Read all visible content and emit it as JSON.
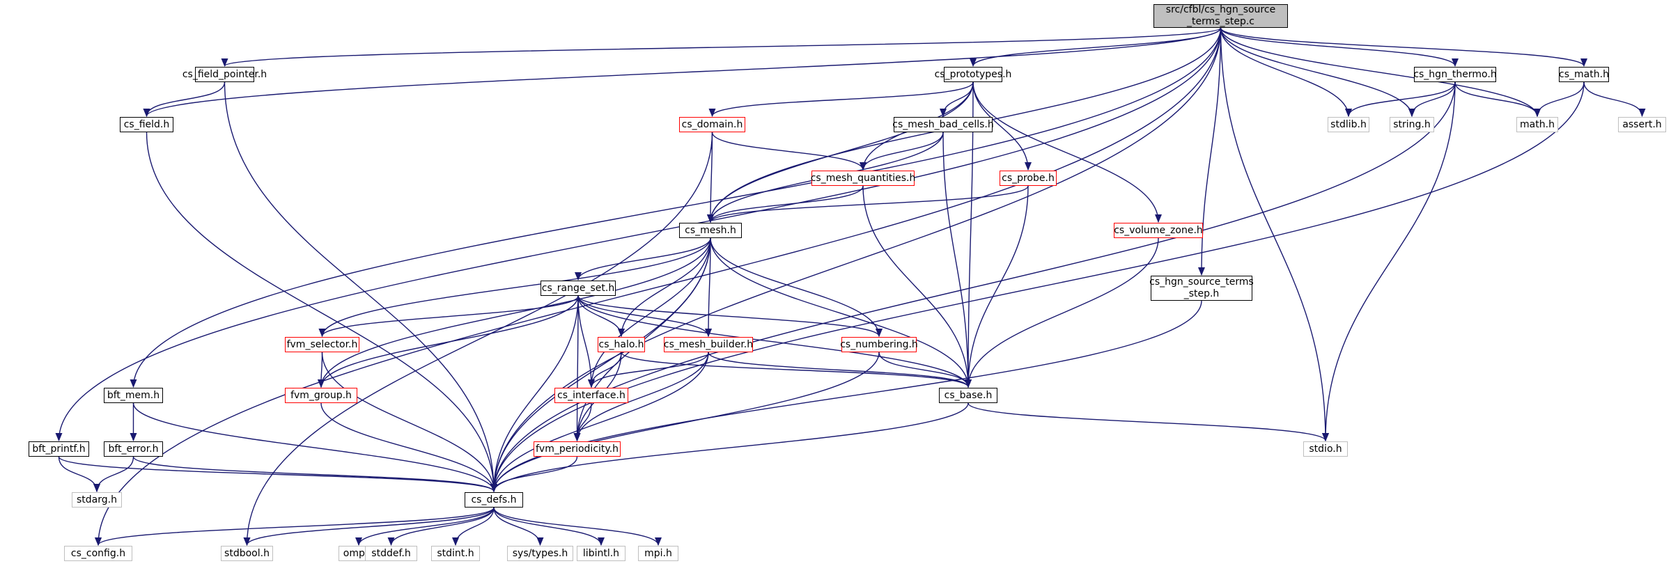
{
  "graph": {
    "title": "src/cfbl/cs_hgn_source\n_terms_step.c",
    "edge_color": "#191970",
    "colors": {
      "documented": "#000000",
      "incomplete": "#ff0000",
      "external": "#bfbfbf",
      "root_fill": "#bfbfbf"
    },
    "nodes": [
      {
        "id": "root",
        "label": "src/cfbl/cs_hgn_source\n_terms_step.c",
        "kind": "root"
      },
      {
        "id": "cs_field_pointer",
        "label": "cs_field_pointer.h",
        "kind": "doc"
      },
      {
        "id": "cs_prototypes",
        "label": "cs_prototypes.h",
        "kind": "doc"
      },
      {
        "id": "cs_hgn_thermo",
        "label": "cs_hgn_thermo.h",
        "kind": "doc"
      },
      {
        "id": "cs_math",
        "label": "cs_math.h",
        "kind": "doc"
      },
      {
        "id": "cs_field",
        "label": "cs_field.h",
        "kind": "doc"
      },
      {
        "id": "cs_domain",
        "label": "cs_domain.h",
        "kind": "red"
      },
      {
        "id": "cs_mesh_bad_cells",
        "label": "cs_mesh_bad_cells.h",
        "kind": "doc"
      },
      {
        "id": "stdlib",
        "label": "stdlib.h",
        "kind": "ext"
      },
      {
        "id": "string",
        "label": "string.h",
        "kind": "ext"
      },
      {
        "id": "math",
        "label": "math.h",
        "kind": "ext"
      },
      {
        "id": "assert",
        "label": "assert.h",
        "kind": "ext"
      },
      {
        "id": "cs_mesh_quantities",
        "label": "cs_mesh_quantities.h",
        "kind": "red"
      },
      {
        "id": "cs_probe",
        "label": "cs_probe.h",
        "kind": "red"
      },
      {
        "id": "cs_mesh",
        "label": "cs_mesh.h",
        "kind": "doc"
      },
      {
        "id": "cs_volume_zone",
        "label": "cs_volume_zone.h",
        "kind": "red"
      },
      {
        "id": "cs_hgn_source_terms_step",
        "label": "cs_hgn_source_terms\n_step.h",
        "kind": "doc"
      },
      {
        "id": "cs_range_set",
        "label": "cs_range_set.h",
        "kind": "doc"
      },
      {
        "id": "fvm_selector",
        "label": "fvm_selector.h",
        "kind": "red"
      },
      {
        "id": "cs_halo",
        "label": "cs_halo.h",
        "kind": "red"
      },
      {
        "id": "cs_mesh_builder",
        "label": "cs_mesh_builder.h",
        "kind": "red"
      },
      {
        "id": "cs_numbering",
        "label": "cs_numbering.h",
        "kind": "red"
      },
      {
        "id": "bft_mem",
        "label": "bft_mem.h",
        "kind": "doc"
      },
      {
        "id": "fvm_group",
        "label": "fvm_group.h",
        "kind": "red"
      },
      {
        "id": "cs_interface",
        "label": "cs_interface.h",
        "kind": "red"
      },
      {
        "id": "cs_base",
        "label": "cs_base.h",
        "kind": "doc"
      },
      {
        "id": "bft_printf",
        "label": "bft_printf.h",
        "kind": "doc"
      },
      {
        "id": "bft_error",
        "label": "bft_error.h",
        "kind": "doc"
      },
      {
        "id": "fvm_periodicity",
        "label": "fvm_periodicity.h",
        "kind": "red"
      },
      {
        "id": "stdio",
        "label": "stdio.h",
        "kind": "ext"
      },
      {
        "id": "stdarg",
        "label": "stdarg.h",
        "kind": "ext"
      },
      {
        "id": "cs_defs",
        "label": "cs_defs.h",
        "kind": "doc"
      },
      {
        "id": "cs_config",
        "label": "cs_config.h",
        "kind": "ext"
      },
      {
        "id": "stdbool",
        "label": "stdbool.h",
        "kind": "ext"
      },
      {
        "id": "omp",
        "label": "omp.h",
        "kind": "ext"
      },
      {
        "id": "stddef",
        "label": "stddef.h",
        "kind": "ext"
      },
      {
        "id": "stdint",
        "label": "stdint.h",
        "kind": "ext"
      },
      {
        "id": "systypes",
        "label": "sys/types.h",
        "kind": "ext"
      },
      {
        "id": "libintl",
        "label": "libintl.h",
        "kind": "ext"
      },
      {
        "id": "mpi",
        "label": "mpi.h",
        "kind": "ext"
      }
    ],
    "edges": [
      [
        "root",
        "cs_field_pointer"
      ],
      [
        "root",
        "cs_prototypes"
      ],
      [
        "root",
        "cs_hgn_thermo"
      ],
      [
        "root",
        "cs_math"
      ],
      [
        "root",
        "cs_field"
      ],
      [
        "root",
        "cs_mesh"
      ],
      [
        "root",
        "stdlib"
      ],
      [
        "root",
        "string"
      ],
      [
        "root",
        "math"
      ],
      [
        "root",
        "stdio"
      ],
      [
        "root",
        "cs_hgn_source_terms_step"
      ],
      [
        "root",
        "cs_defs"
      ],
      [
        "root",
        "bft_mem"
      ],
      [
        "root",
        "bft_printf"
      ],
      [
        "root",
        "cs_config"
      ],
      [
        "cs_field_pointer",
        "cs_field"
      ],
      [
        "cs_field_pointer",
        "cs_defs"
      ],
      [
        "cs_field",
        "cs_defs"
      ],
      [
        "cs_prototypes",
        "cs_domain"
      ],
      [
        "cs_prototypes",
        "cs_mesh_bad_cells"
      ],
      [
        "cs_prototypes",
        "cs_mesh_quantities"
      ],
      [
        "cs_prototypes",
        "cs_probe"
      ],
      [
        "cs_prototypes",
        "cs_volume_zone"
      ],
      [
        "cs_prototypes",
        "cs_mesh"
      ],
      [
        "cs_prototypes",
        "cs_base"
      ],
      [
        "cs_domain",
        "cs_mesh"
      ],
      [
        "cs_domain",
        "cs_mesh_quantities"
      ],
      [
        "cs_domain",
        "stdbool"
      ],
      [
        "cs_mesh_bad_cells",
        "cs_mesh_quantities"
      ],
      [
        "cs_mesh_bad_cells",
        "cs_mesh"
      ],
      [
        "cs_mesh_bad_cells",
        "cs_base"
      ],
      [
        "cs_mesh_quantities",
        "cs_mesh"
      ],
      [
        "cs_mesh_quantities",
        "cs_base"
      ],
      [
        "cs_probe",
        "cs_mesh"
      ],
      [
        "cs_probe",
        "cs_base"
      ],
      [
        "cs_volume_zone",
        "cs_base"
      ],
      [
        "cs_hgn_source_terms_step",
        "cs_defs"
      ],
      [
        "cs_hgn_thermo",
        "stdlib"
      ],
      [
        "cs_hgn_thermo",
        "string"
      ],
      [
        "cs_hgn_thermo",
        "math"
      ],
      [
        "cs_hgn_thermo",
        "stdio"
      ],
      [
        "cs_hgn_thermo",
        "cs_defs"
      ],
      [
        "cs_math",
        "math"
      ],
      [
        "cs_math",
        "assert"
      ],
      [
        "cs_math",
        "cs_defs"
      ],
      [
        "cs_mesh",
        "cs_range_set"
      ],
      [
        "cs_mesh",
        "fvm_selector"
      ],
      [
        "cs_mesh",
        "fvm_group"
      ],
      [
        "cs_mesh",
        "cs_halo"
      ],
      [
        "cs_mesh",
        "cs_mesh_builder"
      ],
      [
        "cs_mesh",
        "cs_numbering"
      ],
      [
        "cs_mesh",
        "cs_interface"
      ],
      [
        "cs_mesh",
        "fvm_periodicity"
      ],
      [
        "cs_mesh",
        "cs_base"
      ],
      [
        "cs_mesh",
        "cs_defs"
      ],
      [
        "cs_range_set",
        "fvm_selector"
      ],
      [
        "cs_range_set",
        "fvm_group"
      ],
      [
        "cs_range_set",
        "cs_halo"
      ],
      [
        "cs_range_set",
        "cs_mesh_builder"
      ],
      [
        "cs_range_set",
        "cs_numbering"
      ],
      [
        "cs_range_set",
        "cs_interface"
      ],
      [
        "cs_range_set",
        "fvm_periodicity"
      ],
      [
        "cs_range_set",
        "cs_base"
      ],
      [
        "cs_range_set",
        "cs_defs"
      ],
      [
        "fvm_selector",
        "fvm_group"
      ],
      [
        "fvm_selector",
        "cs_defs"
      ],
      [
        "fvm_group",
        "cs_defs"
      ],
      [
        "cs_halo",
        "cs_interface"
      ],
      [
        "cs_halo",
        "fvm_periodicity"
      ],
      [
        "cs_halo",
        "cs_base"
      ],
      [
        "cs_mesh_builder",
        "cs_interface"
      ],
      [
        "cs_mesh_builder",
        "fvm_periodicity"
      ],
      [
        "cs_mesh_builder",
        "cs_base"
      ],
      [
        "cs_mesh_builder",
        "cs_defs"
      ],
      [
        "cs_numbering",
        "cs_base"
      ],
      [
        "cs_numbering",
        "cs_defs"
      ],
      [
        "cs_interface",
        "fvm_periodicity"
      ],
      [
        "fvm_periodicity",
        "cs_defs"
      ],
      [
        "cs_base",
        "stdio"
      ],
      [
        "cs_base",
        "cs_defs"
      ],
      [
        "bft_mem",
        "bft_error"
      ],
      [
        "bft_mem",
        "cs_defs"
      ],
      [
        "bft_error",
        "stdarg"
      ],
      [
        "bft_error",
        "cs_defs"
      ],
      [
        "bft_printf",
        "stdarg"
      ],
      [
        "bft_printf",
        "cs_defs"
      ],
      [
        "cs_defs",
        "cs_config"
      ],
      [
        "cs_defs",
        "stdbool"
      ],
      [
        "cs_defs",
        "omp"
      ],
      [
        "cs_defs",
        "stddef"
      ],
      [
        "cs_defs",
        "stdint"
      ],
      [
        "cs_defs",
        "systypes"
      ],
      [
        "cs_defs",
        "libintl"
      ],
      [
        "cs_defs",
        "mpi"
      ]
    ]
  }
}
